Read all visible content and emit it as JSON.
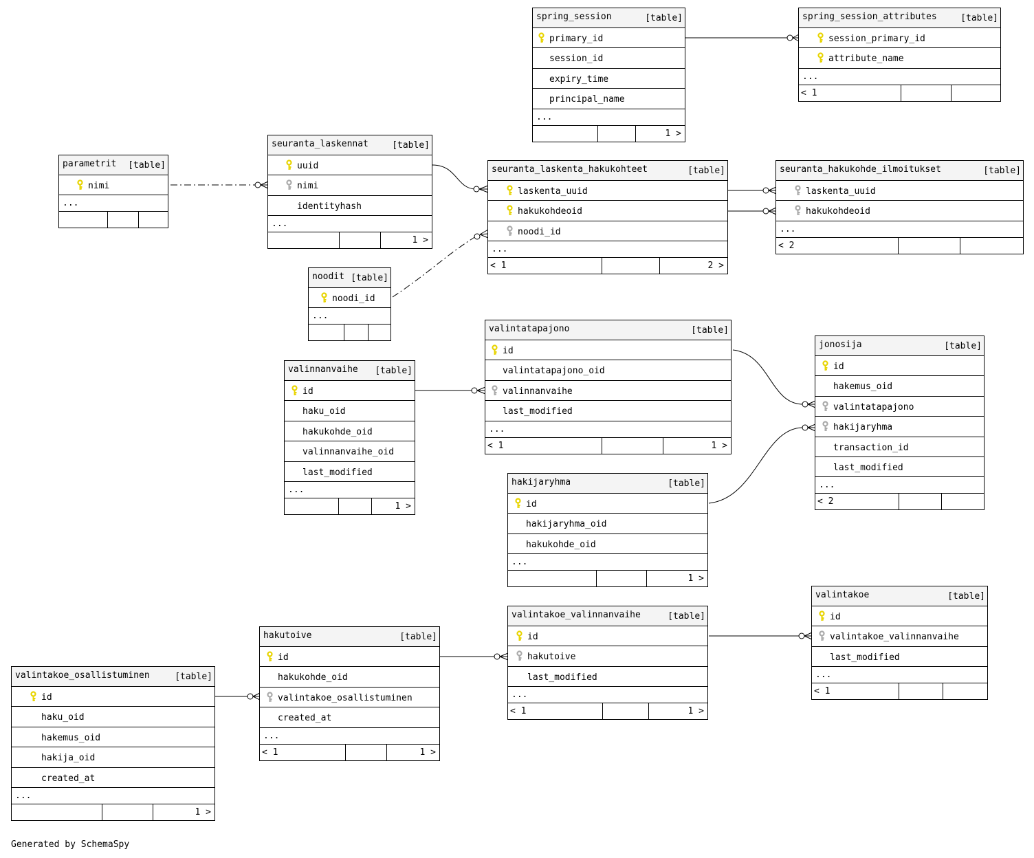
{
  "diagram": {
    "credit": "Generated by SchemaSpy",
    "key_colors": {
      "primary": "#e8d400",
      "foreign": "#aaaaaa"
    },
    "tables": [
      {
        "name": "spring_session",
        "type": "[table]",
        "columns": [
          {
            "name": "primary_id",
            "key": "primary"
          },
          {
            "name": "session_id",
            "key": "none"
          },
          {
            "name": "expiry_time",
            "key": "none"
          },
          {
            "name": "principal_name",
            "key": "none"
          }
        ],
        "ellipsis": "...",
        "footer": {
          "left": "",
          "right": "1 >"
        }
      },
      {
        "name": "spring_session_attributes",
        "type": "[table]",
        "columns": [
          {
            "name": "session_primary_id",
            "key": "primary"
          },
          {
            "name": "attribute_name",
            "key": "primary"
          }
        ],
        "ellipsis": "...",
        "footer": {
          "left": "< 1",
          "right": ""
        }
      },
      {
        "name": "parametrit",
        "type": "[table]",
        "columns": [
          {
            "name": "nimi",
            "key": "primary"
          }
        ],
        "ellipsis": "...",
        "footer": {
          "left": "",
          "right": ""
        }
      },
      {
        "name": "seuranta_laskennat",
        "type": "[table]",
        "columns": [
          {
            "name": "uuid",
            "key": "primary"
          },
          {
            "name": "nimi",
            "key": "foreign"
          },
          {
            "name": "identityhash",
            "key": "none"
          }
        ],
        "ellipsis": "...",
        "footer": {
          "left": "",
          "right": "1 >"
        }
      },
      {
        "name": "seuranta_laskenta_hakukohteet",
        "type": "[table]",
        "columns": [
          {
            "name": "laskenta_uuid",
            "key": "primary"
          },
          {
            "name": "hakukohdeoid",
            "key": "primary"
          },
          {
            "name": "noodi_id",
            "key": "foreign"
          }
        ],
        "ellipsis": "...",
        "footer": {
          "left": "< 1",
          "right": "2 >"
        }
      },
      {
        "name": "seuranta_hakukohde_ilmoitukset",
        "type": "[table]",
        "columns": [
          {
            "name": "laskenta_uuid",
            "key": "foreign"
          },
          {
            "name": "hakukohdeoid",
            "key": "foreign"
          }
        ],
        "ellipsis": "...",
        "footer": {
          "left": "< 2",
          "right": ""
        }
      },
      {
        "name": "noodit",
        "type": "[table]",
        "columns": [
          {
            "name": "noodi_id",
            "key": "primary"
          }
        ],
        "ellipsis": "...",
        "footer": {
          "left": "",
          "right": ""
        }
      },
      {
        "name": "valintatapajono",
        "type": "[table]",
        "columns": [
          {
            "name": "id",
            "key": "primary"
          },
          {
            "name": "valintatapajono_oid",
            "key": "none"
          },
          {
            "name": "valinnanvaihe",
            "key": "foreign"
          },
          {
            "name": "last_modified",
            "key": "none"
          }
        ],
        "ellipsis": "...",
        "footer": {
          "left": "< 1",
          "right": "1 >"
        }
      },
      {
        "name": "valinnanvaihe",
        "type": "[table]",
        "columns": [
          {
            "name": "id",
            "key": "primary"
          },
          {
            "name": "haku_oid",
            "key": "none"
          },
          {
            "name": "hakukohde_oid",
            "key": "none"
          },
          {
            "name": "valinnanvaihe_oid",
            "key": "none"
          },
          {
            "name": "last_modified",
            "key": "none"
          }
        ],
        "ellipsis": "...",
        "footer": {
          "left": "",
          "right": "1 >"
        }
      },
      {
        "name": "jonosija",
        "type": "[table]",
        "columns": [
          {
            "name": "id",
            "key": "primary"
          },
          {
            "name": "hakemus_oid",
            "key": "none"
          },
          {
            "name": "valintatapajono",
            "key": "foreign"
          },
          {
            "name": "hakijaryhma",
            "key": "foreign"
          },
          {
            "name": "transaction_id",
            "key": "none"
          },
          {
            "name": "last_modified",
            "key": "none"
          }
        ],
        "ellipsis": "...",
        "footer": {
          "left": "< 2",
          "right": ""
        }
      },
      {
        "name": "hakijaryhma",
        "type": "[table]",
        "columns": [
          {
            "name": "id",
            "key": "primary"
          },
          {
            "name": "hakijaryhma_oid",
            "key": "none"
          },
          {
            "name": "hakukohde_oid",
            "key": "none"
          }
        ],
        "ellipsis": "...",
        "footer": {
          "left": "",
          "right": "1 >"
        }
      },
      {
        "name": "valintakoe",
        "type": "[table]",
        "columns": [
          {
            "name": "id",
            "key": "primary"
          },
          {
            "name": "valintakoe_valinnanvaihe",
            "key": "foreign"
          },
          {
            "name": "last_modified",
            "key": "none"
          }
        ],
        "ellipsis": "...",
        "footer": {
          "left": "< 1",
          "right": ""
        }
      },
      {
        "name": "valintakoe_valinnanvaihe",
        "type": "[table]",
        "columns": [
          {
            "name": "id",
            "key": "primary"
          },
          {
            "name": "hakutoive",
            "key": "foreign"
          },
          {
            "name": "last_modified",
            "key": "none"
          }
        ],
        "ellipsis": "...",
        "footer": {
          "left": "< 1",
          "right": "1 >"
        }
      },
      {
        "name": "hakutoive",
        "type": "[table]",
        "columns": [
          {
            "name": "id",
            "key": "primary"
          },
          {
            "name": "hakukohde_oid",
            "key": "none"
          },
          {
            "name": "valintakoe_osallistuminen",
            "key": "foreign"
          },
          {
            "name": "created_at",
            "key": "none"
          }
        ],
        "ellipsis": "...",
        "footer": {
          "left": "< 1",
          "right": "1 >"
        }
      },
      {
        "name": "valintakoe_osallistuminen",
        "type": "[table]",
        "columns": [
          {
            "name": "id",
            "key": "primary"
          },
          {
            "name": "haku_oid",
            "key": "none"
          },
          {
            "name": "hakemus_oid",
            "key": "none"
          },
          {
            "name": "hakija_oid",
            "key": "none"
          },
          {
            "name": "created_at",
            "key": "none"
          }
        ],
        "ellipsis": "...",
        "footer": {
          "left": "",
          "right": "1 >"
        }
      }
    ],
    "relationships": [
      {
        "from": "spring_session.primary_id",
        "to": "spring_session_attributes.session_primary_id",
        "style": "solid"
      },
      {
        "from": "parametrit.nimi",
        "to": "seuranta_laskennat.nimi",
        "style": "dash-dot"
      },
      {
        "from": "seuranta_laskennat.uuid",
        "to": "seuranta_laskenta_hakukohteet.laskenta_uuid",
        "style": "solid"
      },
      {
        "from": "noodit.noodi_id",
        "to": "seuranta_laskenta_hakukohteet.noodi_id",
        "style": "dash-dot"
      },
      {
        "from": "seuranta_laskenta_hakukohteet.laskenta_uuid",
        "to": "seuranta_hakukohde_ilmoitukset.laskenta_uuid",
        "style": "solid"
      },
      {
        "from": "seuranta_laskenta_hakukohteet.hakukohdeoid",
        "to": "seuranta_hakukohde_ilmoitukset.hakukohdeoid",
        "style": "solid"
      },
      {
        "from": "valinnanvaihe.id",
        "to": "valintatapajono.valinnanvaihe",
        "style": "solid"
      },
      {
        "from": "valintatapajono.id",
        "to": "jonosija.valintatapajono",
        "style": "solid"
      },
      {
        "from": "hakijaryhma.id",
        "to": "jonosija.hakijaryhma",
        "style": "solid"
      },
      {
        "from": "valintakoe_osallistuminen.id",
        "to": "hakutoive.valintakoe_osallistuminen",
        "style": "solid"
      },
      {
        "from": "hakutoive.id",
        "to": "valintakoe_valinnanvaihe.hakutoive",
        "style": "solid"
      },
      {
        "from": "valintakoe_valinnanvaihe.id",
        "to": "valintakoe.valintakoe_valinnanvaihe",
        "style": "solid"
      }
    ]
  }
}
